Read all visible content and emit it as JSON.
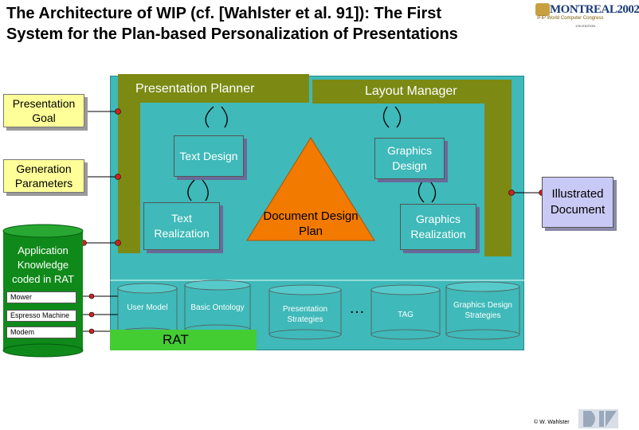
{
  "title": {
    "line1": "The Architecture of WIP (cf. [Wahlster et al. 91]): The First",
    "line2": "System for the Plan-based Personalization of Presentations"
  },
  "logo": {
    "text": "MONTREAL2002",
    "subtitle": "IFIP World Computer Congress",
    "edition": "17th EDITION"
  },
  "planner": {
    "label": "Presentation Planner"
  },
  "layout": {
    "label": "Layout Manager"
  },
  "inputs": {
    "goal": "Presentation Goal",
    "params": "Generation Parameters"
  },
  "boxes": {
    "text_design": "Text Design",
    "graphics_design": "Graphics Design",
    "text_realization": "Text Realization",
    "graphics_realization": "Graphics Realization",
    "document_plan": "Document Design Plan"
  },
  "output": {
    "label": "Illustrated Document"
  },
  "knowledge": {
    "label": "Application Knowledge coded in RAT",
    "items": [
      "Mower",
      "Espresso Machine",
      "Modem"
    ]
  },
  "databases": {
    "user_model": "User Model",
    "basic_ontology": "Basic Ontology",
    "presentation_strategies": "Presentation Strategies",
    "ellipsis": "…",
    "tag": "TAG",
    "graphics_strategies": "Graphics Design Strategies"
  },
  "rat": {
    "label": "RAT"
  },
  "copyright": "© W. Wahlster",
  "colors": {
    "panel": "#3fb9b9",
    "planner_bar": "#7c8a14",
    "triangle": "#f27a00",
    "input_box": "#ffff99",
    "output_box": "#c9c9f5",
    "rat_bar": "#44cc33",
    "knowledge_cylinder": "#0f8a1a",
    "connector_dot": "#cc2222"
  }
}
